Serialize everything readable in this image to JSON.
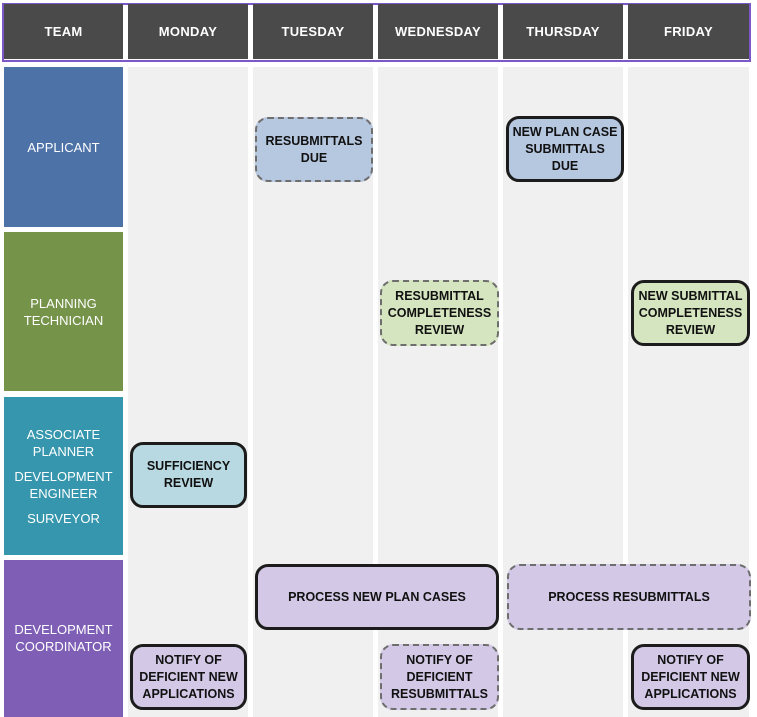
{
  "header": {
    "team": "TEAM",
    "days": [
      "MONDAY",
      "TUESDAY",
      "WEDNESDAY",
      "THURSDAY",
      "FRIDAY"
    ]
  },
  "teams": {
    "applicant": "APPLICANT",
    "planning_technician": [
      "PLANNING",
      "TECHNICIAN"
    ],
    "associate_planner": [
      "ASSOCIATE",
      "PLANNER"
    ],
    "development_engineer": [
      "DEVELOPMENT",
      "ENGINEER"
    ],
    "surveyor": "SURVEYOR",
    "development_coordinator": [
      "DEVELOPMENT",
      "COORDINATOR"
    ]
  },
  "tasks": {
    "resubmittals_due": [
      "RESUBMITTALS",
      "DUE"
    ],
    "new_plan_case_submittals_due": [
      "NEW PLAN CASE",
      "SUBMITTALS",
      "DUE"
    ],
    "resubmittal_completeness_review": [
      "RESUBMITTAL",
      "COMPLETENESS",
      "REVIEW"
    ],
    "new_submittal_completeness_review": [
      "NEW SUBMITTAL",
      "COMPLETENESS",
      "REVIEW"
    ],
    "sufficiency_review": [
      "SUFFICIENCY",
      "REVIEW"
    ],
    "process_new_plan_cases": "PROCESS NEW PLAN CASES",
    "process_resubmittals": "PROCESS RESUBMITTALS",
    "notify_deficient_new_monday": [
      "NOTIFY OF",
      "DEFICIENT NEW",
      "APPLICATIONS"
    ],
    "notify_deficient_resubmittals": [
      "NOTIFY OF",
      "DEFICIENT",
      "RESUBMITTALS"
    ],
    "notify_deficient_new_friday": [
      "NOTIFY OF",
      "DEFICIENT NEW",
      "APPLICATIONS"
    ]
  },
  "colors": {
    "header_bg": "#4a4a4a",
    "header_border": "#7b57c8",
    "applicant": "#4d72a8",
    "planning_technician": "#76934a",
    "associate_group": "#3596ad",
    "development_coordinator": "#7f5fb6",
    "day_column": "#f0f0f0",
    "task_blue": "#b6c7e0",
    "task_green": "#d5e5bf",
    "task_teal": "#b8d9e1",
    "task_purple": "#d3c9e6"
  }
}
